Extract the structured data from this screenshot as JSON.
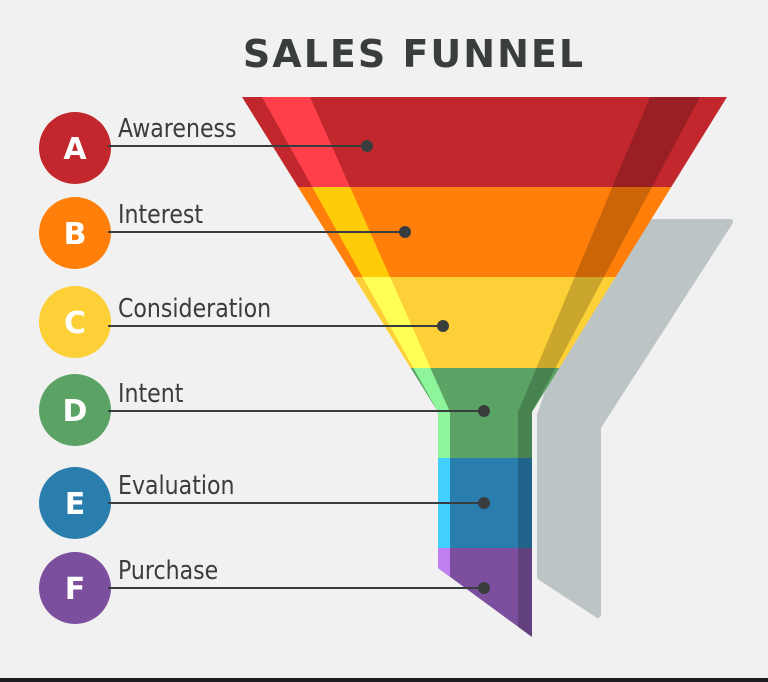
{
  "title": "SALES FUNNEL",
  "stages": [
    {
      "letter": "A",
      "label": "Awareness",
      "color": "#c1272d",
      "light": "#ff3f4a"
    },
    {
      "letter": "B",
      "label": "Interest",
      "color": "#ff7f0a",
      "light": "#ffcc0a"
    },
    {
      "letter": "C",
      "label": "Consideration",
      "color": "#fdd037",
      "light": "#ffff55"
    },
    {
      "letter": "D",
      "label": "Intent",
      "color": "#5ba364",
      "light": "#8ef59a"
    },
    {
      "letter": "E",
      "label": "Evaluation",
      "color": "#2a7eae",
      "light": "#40cfff"
    },
    {
      "letter": "F",
      "label": "Purchase",
      "color": "#7b4f9d",
      "light": "#c07ff0"
    }
  ],
  "colors": {
    "text": "#3a3d3e",
    "shadow": "#bdc4c5",
    "background": "#f1f1f1"
  }
}
